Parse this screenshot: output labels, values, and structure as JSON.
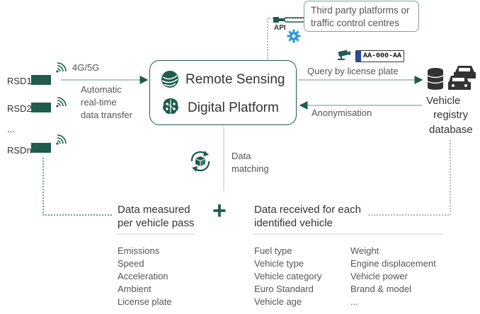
{
  "colors": {
    "accent": "#1e5c4e",
    "line": "#9fb5ad",
    "api_blue": "#2b9bd8"
  },
  "icons": [
    "wifi-icon",
    "globe-icon",
    "brain-icon",
    "api-connector-icon",
    "gear-icon",
    "camera-icon",
    "database-icon",
    "cars-icon",
    "refresh-box-icon"
  ],
  "rsd": {
    "r1": "RSD1",
    "r2": "RSD2",
    "dots": "...",
    "rn": "RSDn"
  },
  "link": {
    "network": "4G/5G",
    "transfer": [
      "Automatic",
      "real-time",
      "data transfer"
    ]
  },
  "platform": {
    "line1": "Remote Sensing",
    "line2": "Digital Platform"
  },
  "api": {
    "label": "API"
  },
  "third_party": [
    "Third party platforms or",
    "traffic control centres"
  ],
  "plate": {
    "text": "AA-000-AA"
  },
  "query": {
    "label": "Query by license plate"
  },
  "anon": {
    "label": "Anonymisation"
  },
  "registry": [
    "Vehicle",
    "registry",
    "database"
  ],
  "matching": [
    "Data",
    "matching"
  ],
  "measured": {
    "title": [
      "Data measured",
      "per vehicle pass"
    ],
    "items": [
      "Emissions",
      "Speed",
      "Acceleration",
      "Ambient",
      "License plate"
    ]
  },
  "received": {
    "title": [
      "Data received for each",
      "identified vehicle"
    ],
    "col1": [
      "Fuel type",
      "Vehicle type",
      "Vehicle category",
      "Euro Standard",
      "Vehicle age"
    ],
    "col2": [
      "Weight",
      "Engine displacement",
      "Vehicle power",
      "Brand & model",
      "..."
    ]
  },
  "plus": {
    "symbol": "+"
  }
}
